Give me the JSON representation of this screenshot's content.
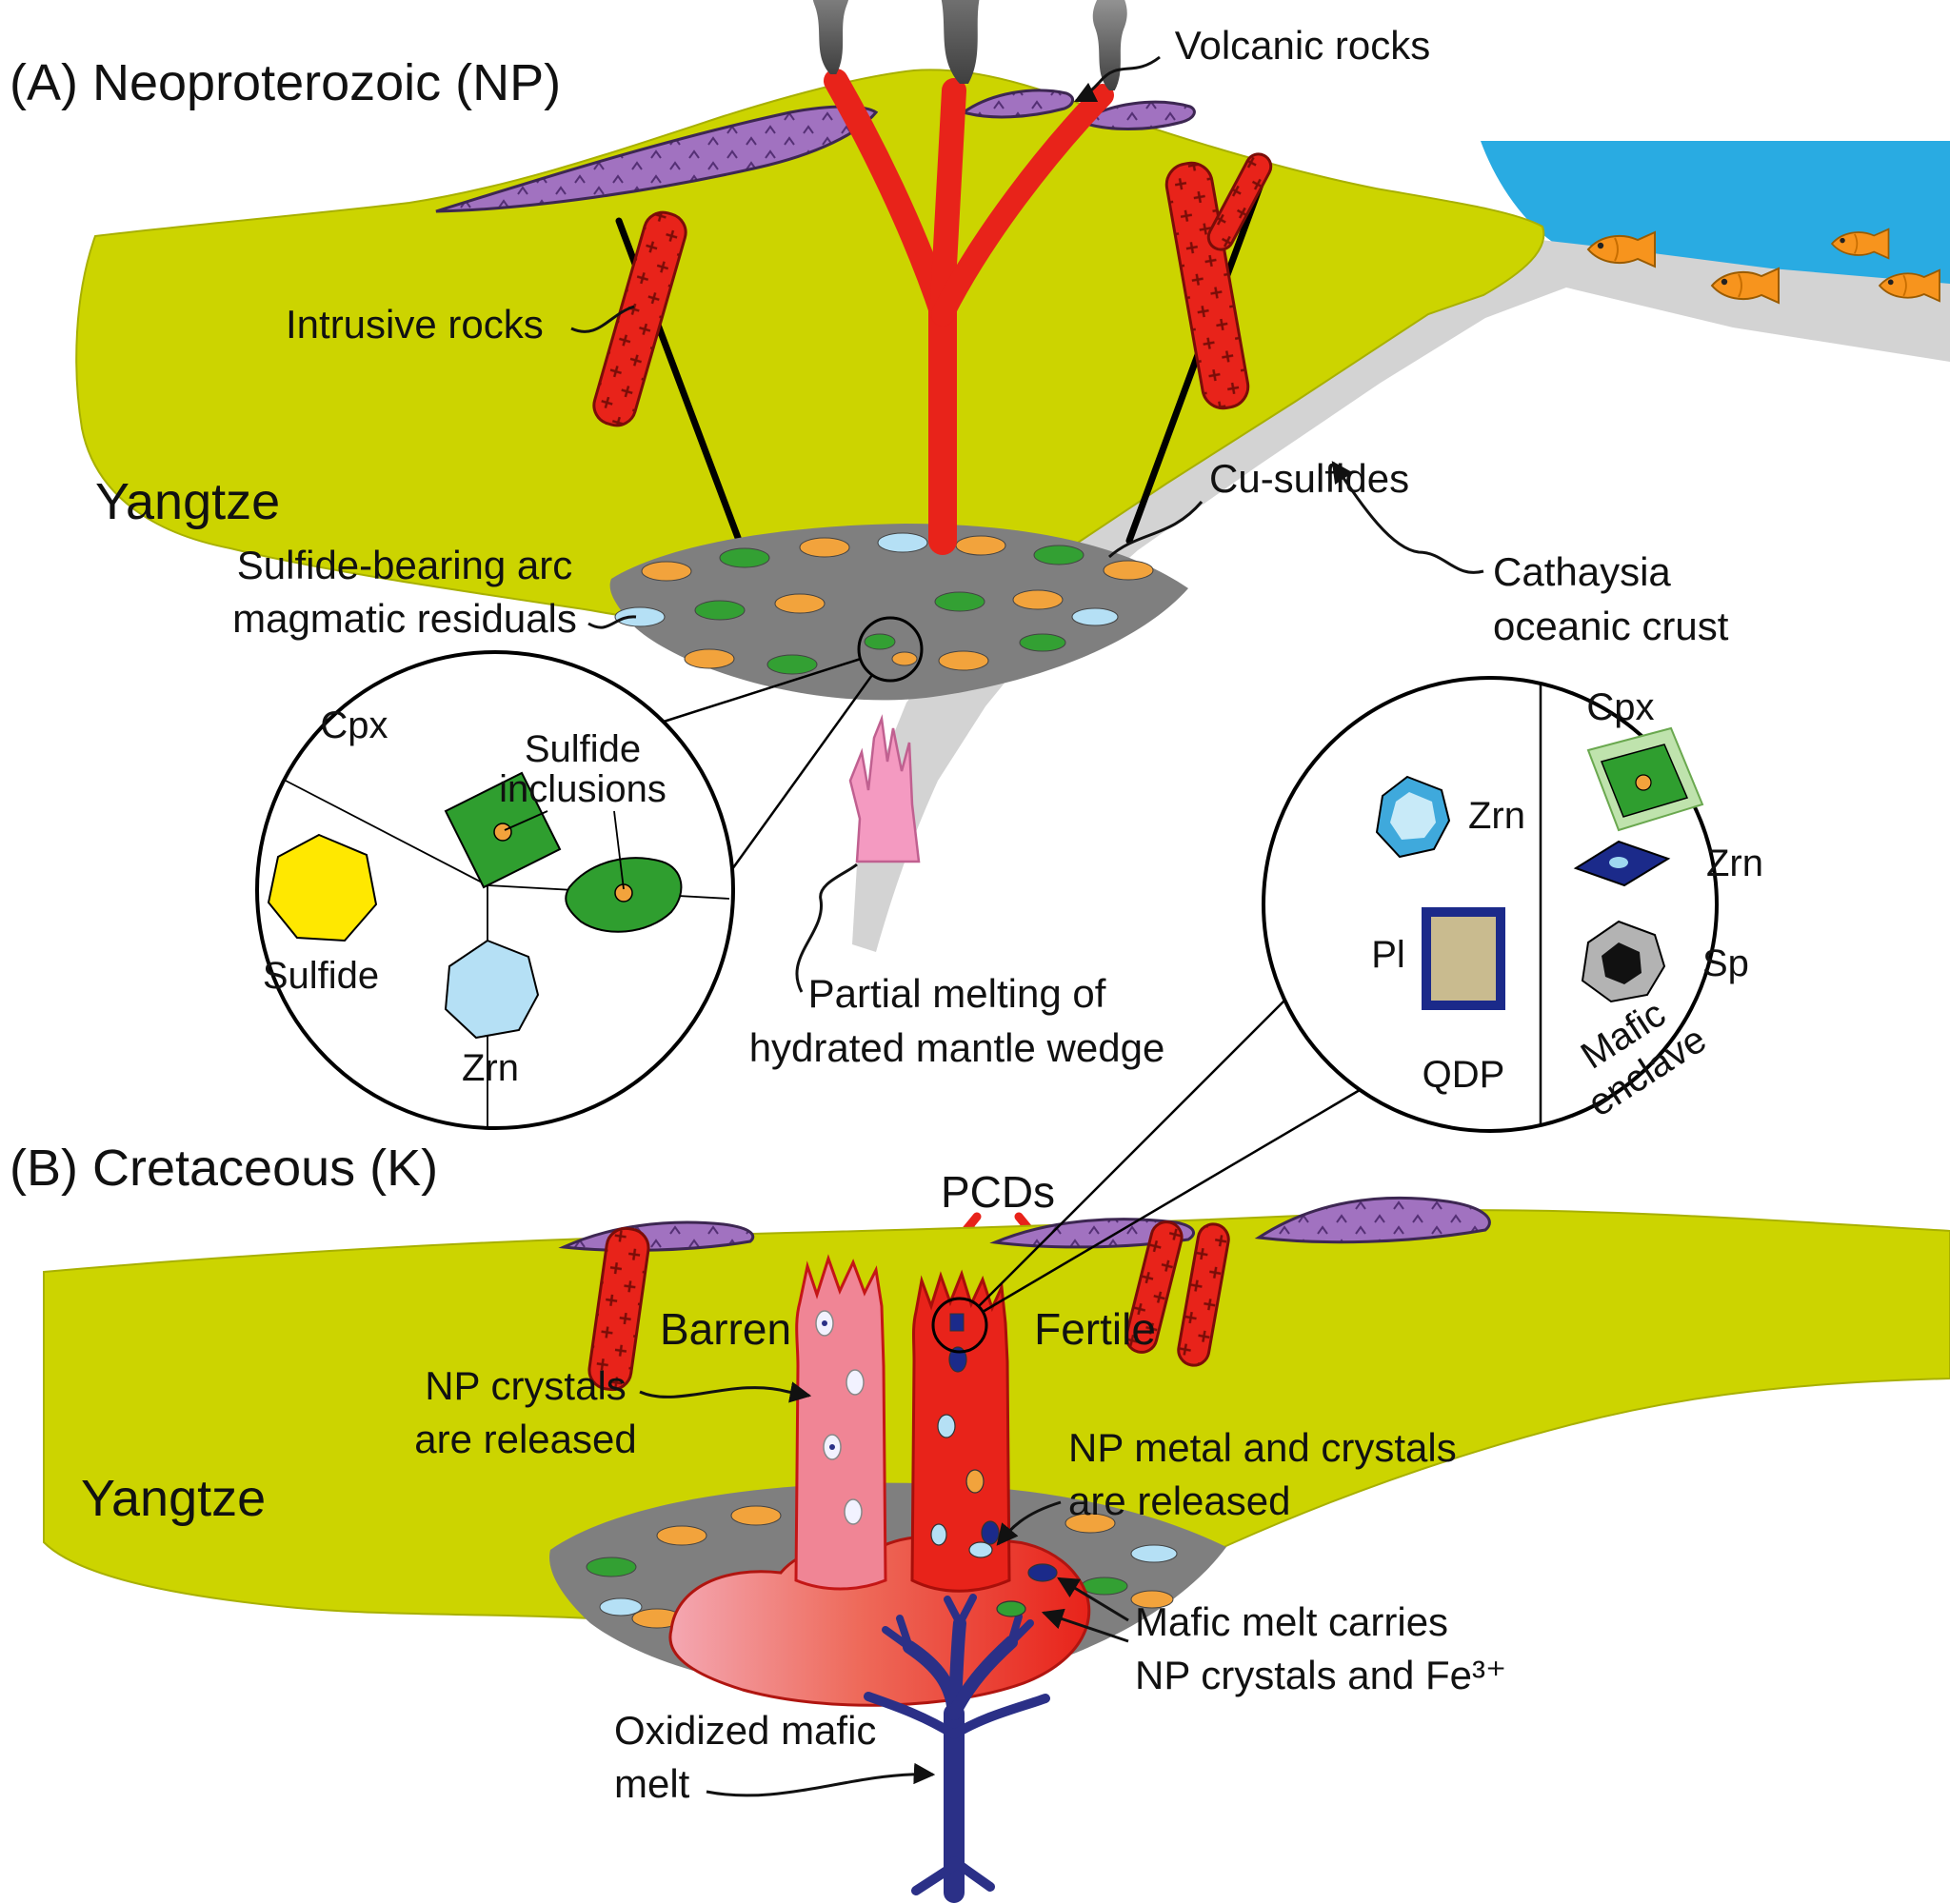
{
  "panelA": {
    "title": "(A) Neoproterozoic (NP)",
    "labels": {
      "volcanic_rocks": "Volcanic rocks",
      "intrusive_rocks": "Intrusive rocks",
      "yangtze": "Yangtze",
      "sulfide_residuals": [
        "Sulfide-bearing arc",
        "magmatic residuals"
      ],
      "cu_sulfides": "Cu-sulfides",
      "cathaysia": [
        "Cathaysia",
        "oceanic crust"
      ],
      "partial_melting": [
        "Partial melting of",
        "hydrated mantle wedge"
      ]
    },
    "inset_left": {
      "cpx": "Cpx",
      "sulfide_inclusions": [
        "Sulfide",
        "inclusions"
      ],
      "sulfide": "Sulfide",
      "zrn": "Zrn"
    },
    "inset_right": {
      "zrn_qdp": "Zrn",
      "pl": "Pl",
      "qdp": "QDP",
      "cpx": "Cpx",
      "zrn_enclave": "Zrn",
      "sp": "Sp",
      "mafic_enclave": [
        "Mafic",
        "enclave"
      ]
    }
  },
  "panelB": {
    "title": "(B) Cretaceous (K)",
    "labels": {
      "pcds": "PCDs",
      "barren": "Barren",
      "fertile": "Fertile",
      "np_crystals": [
        "NP crystals",
        "are released"
      ],
      "np_metal": [
        "NP metal and crystals",
        "are released"
      ],
      "mafic_melt": [
        "Mafic melt carries",
        "NP crystals and Fe³⁺"
      ],
      "oxidized": [
        "Oxidized mafic",
        "melt"
      ],
      "yangtze": "Yangtze"
    }
  },
  "colors": {
    "crust": "#ccd400",
    "water": "#29abe2",
    "slab": "#d3d3d3",
    "residual": "#7f7f7f",
    "volcanic": "#a172c0",
    "intrusion_red": "#e8231a",
    "barren_pink": "#f08595",
    "mafic_blue": "#2b3087",
    "sulfide_yellow": "#ffe800",
    "cpx_green": "#2f9e2f",
    "zrn_blue": "#b5e0f5",
    "fish_orange": "#f7941d"
  }
}
